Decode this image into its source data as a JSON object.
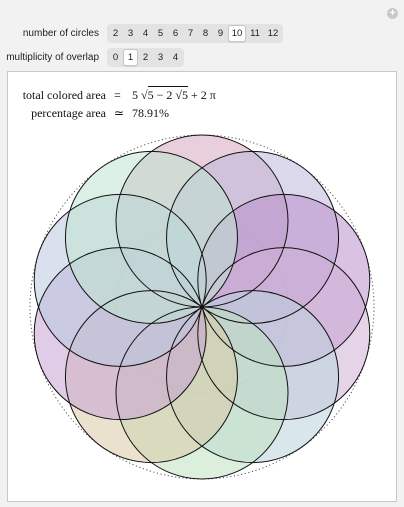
{
  "controls": {
    "circles": {
      "label": "number of circles",
      "options": [
        "2",
        "3",
        "4",
        "5",
        "6",
        "7",
        "8",
        "9",
        "10",
        "11",
        "12"
      ],
      "selected": "10"
    },
    "overlap": {
      "label": "multiplicity of overlap",
      "options": [
        "0",
        "1",
        "2",
        "3",
        "4"
      ],
      "selected": "1"
    },
    "add_icon": "plus-icon"
  },
  "result": {
    "area_label": "total colored area",
    "area_eq": "=",
    "area_coef": "5",
    "area_radicand_a": "5 − 2",
    "area_radicand_b": "5",
    "area_tail": "+ 2 π",
    "pct_label": "percentage area",
    "pct_eq": "≃",
    "pct_value": "78.91%"
  },
  "colors": {
    "petals": [
      "#d7a6bf",
      "#bdb8dc",
      "#b98fcc",
      "#cfb1d6",
      "#b9d4dc",
      "#bfe0bf",
      "#d9caa8",
      "#c7a3d4",
      "#b9c8e0",
      "#bfe3cf",
      "#d9dcb8"
    ],
    "outline": "#111111",
    "dotted": "#555555"
  }
}
